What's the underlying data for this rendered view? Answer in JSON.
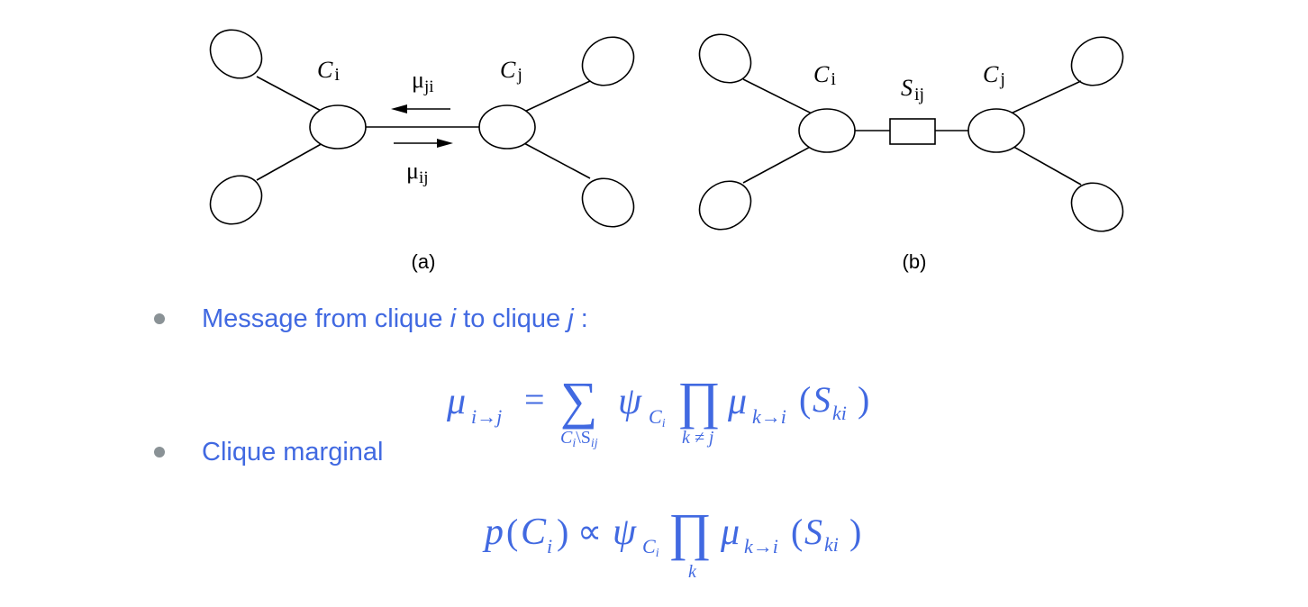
{
  "diagram_a": {
    "label": "(a)",
    "left_clique": {
      "name": "C",
      "sub": "i"
    },
    "right_clique": {
      "name": "C",
      "sub": "j"
    },
    "msg_top": {
      "name": "μ",
      "sub": "ji"
    },
    "msg_bottom": {
      "name": "μ",
      "sub": "ij"
    }
  },
  "diagram_b": {
    "label": "(b)",
    "left_clique": {
      "name": "C",
      "sub": "i"
    },
    "right_clique": {
      "name": "C",
      "sub": "j"
    },
    "separator": {
      "name": "S",
      "sub": "ij"
    }
  },
  "bullets": [
    {
      "prefix": "Message from clique ",
      "var1": "i",
      "middle": " to clique ",
      "var2": "j",
      "suffix": " :"
    },
    {
      "text": "Clique marginal"
    }
  ],
  "formula_message": {
    "lhs": "μ",
    "lhs_sub": "i→j",
    "eq": "=",
    "sum": "∑",
    "sum_sub_c": "C",
    "sum_sub_i": "i",
    "sum_sub_sep": "\\S",
    "sum_sub_ij": "ij",
    "psi": "ψ",
    "psi_sub": "C",
    "psi_sub_i": "i",
    "prod": "∏",
    "prod_sub": "k ≠ j",
    "mu": "μ",
    "mu_sub": "k→i",
    "arg_open": "(",
    "arg_S": "S",
    "arg_sub": "ki",
    "arg_close": ")"
  },
  "formula_marginal": {
    "p": "p",
    "open": "(",
    "C": "C",
    "C_sub": "i",
    "close": ")",
    "prop": "∝",
    "psi": "ψ",
    "psi_sub": "C",
    "psi_sub_i": "i",
    "prod": "∏",
    "prod_sub": "k",
    "mu": "μ",
    "mu_sub": "k→i",
    "arg_open": "(",
    "arg_S": "S",
    "arg_sub": "ki",
    "arg_close": ")"
  },
  "colors": {
    "formula": "#4169e1",
    "bullet_text": "#4169e1",
    "bullet_dot": "#8a9296",
    "diagram": "#000000"
  }
}
